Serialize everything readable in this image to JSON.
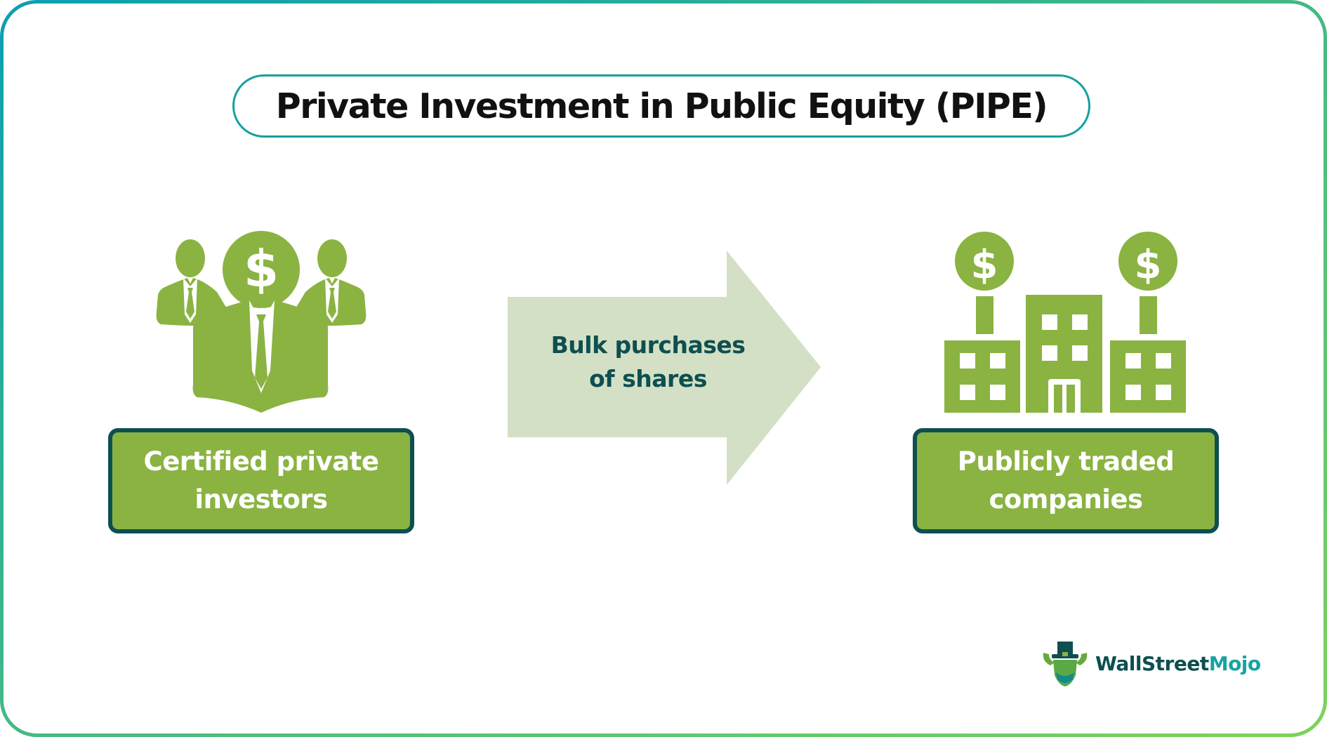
{
  "title": "Private Investment in Public Equity (PIPE)",
  "left_node": {
    "icon": "investors-with-dollar-icon",
    "label_lines": [
      "Certified private",
      "investors"
    ]
  },
  "arrow": {
    "icon": "right-arrow-icon",
    "label_lines": [
      "Bulk purchases",
      "of shares"
    ]
  },
  "right_node": {
    "icon": "buildings-with-dollar-icon",
    "label_lines": [
      "Publicly traded",
      "companies"
    ]
  },
  "logo": {
    "icon": "bull-with-top-hat-icon",
    "text_part1": "WallStreet",
    "text_part2": "Mojo"
  },
  "colors": {
    "border_gradient_start": "#0c9fb0",
    "border_gradient_end": "#7cd35a",
    "title_pill_border": "#16a0a0",
    "icon_green": "#8ab342",
    "box_fill": "#8ab342",
    "box_border": "#0e4f50",
    "arrow_fill": "#d3e0c5",
    "arrow_text": "#0e4f50",
    "logo_dark": "#0e4f50",
    "logo_teal": "#17a3a3"
  }
}
